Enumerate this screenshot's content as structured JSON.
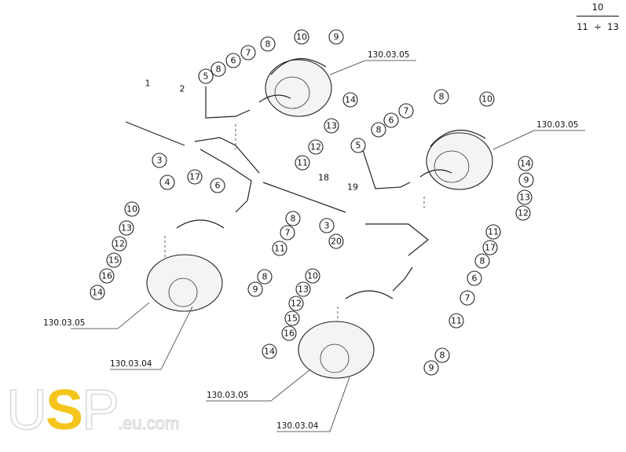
{
  "diagram": {
    "range_note": {
      "top": "10",
      "bottom_from": "11",
      "separator": "÷",
      "bottom_to": "13"
    },
    "callouts": [
      "5",
      "8",
      "6",
      "7",
      "8",
      "10",
      "9",
      "14",
      "13",
      "12",
      "11",
      "3",
      "4",
      "17",
      "6",
      "8",
      "7",
      "10",
      "13",
      "12",
      "15",
      "16",
      "14",
      "11",
      "8",
      "9",
      "8",
      "10",
      "7",
      "6",
      "8",
      "5",
      "14",
      "9",
      "13",
      "12",
      "11",
      "17",
      "3",
      "20",
      "8",
      "6",
      "7",
      "11",
      "8",
      "9",
      "10",
      "13",
      "12",
      "15",
      "16",
      "14"
    ],
    "plain_labels": [
      "1",
      "2",
      "18",
      "19"
    ],
    "references": [
      "130.03.05",
      "130.03.05",
      "130.03.04",
      "130.03.05",
      "130.03.04"
    ]
  },
  "logo": {
    "part1": "U",
    "part2": "S",
    "part3": "P",
    "domain": ".eu.com"
  }
}
